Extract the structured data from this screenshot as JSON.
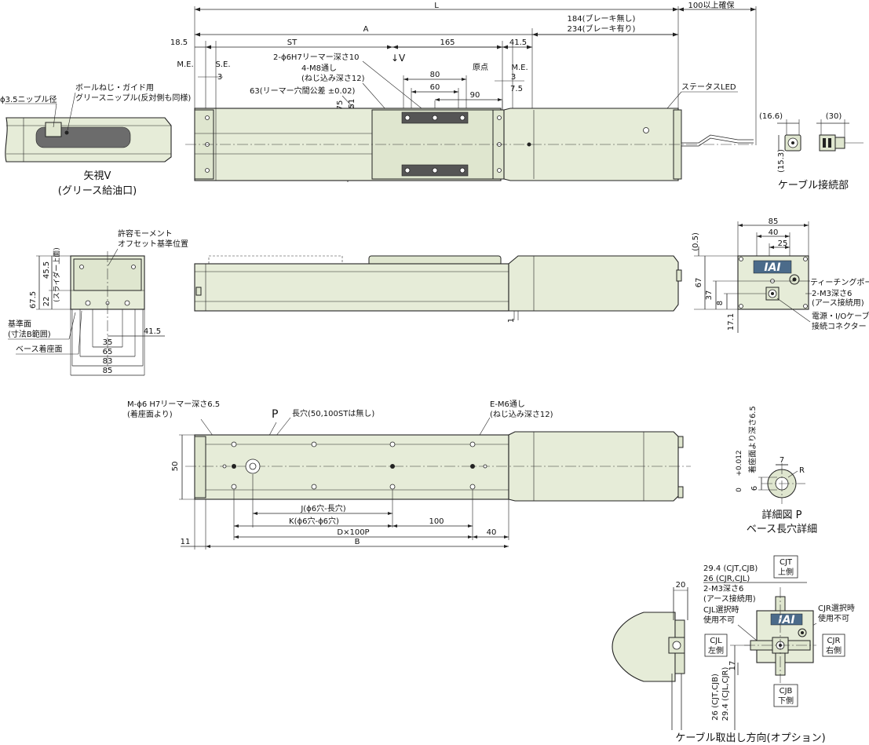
{
  "top_view": {
    "dims": {
      "L": "L",
      "A": "A",
      "clearance": "100以上確保",
      "brake_none": "184(ブレーキ無し)",
      "brake_with": "234(ブレーキ有り)",
      "d18_5": "18.5",
      "st": "ST",
      "d165": "165",
      "d41_5": "41.5",
      "me_left": "M.E.",
      "se": "S.E.",
      "three_left": "3",
      "origin": "原点",
      "me_right": "M.E.",
      "three_right": "3",
      "d80": "80",
      "d60": "60",
      "d90": "90",
      "d7_5": "7.5",
      "d75": "75",
      "d51": "51"
    },
    "notes": {
      "reamer": "2-ϕ6H7リーマー深さ10",
      "m8": "4-M8通し",
      "m8_depth": "(ねじ込み深さ12)",
      "reamer_tol": "63(リーマー穴間公差 ±0.02)",
      "view_v": "↓V",
      "status_led": "ステータスLED"
    }
  },
  "view_v": {
    "nipple": "ϕ3.5ニップル径",
    "ballscrew": "ボールねじ・ガイド用",
    "grease_nipple": "グリースニップル(反対側も同様)",
    "title1": "矢視V",
    "title2": "(グリース給油口)"
  },
  "cable_connection": {
    "d16_6": "(16.6)",
    "d30": "(30)",
    "d15_3": "(15.3)",
    "title": "ケーブル接続部"
  },
  "front_view": {
    "moment": "許容モーメント",
    "moment2": "オフセット基準位置",
    "d67_5": "67.5",
    "d45_5": "45.5",
    "slider_top": "(スライダー上面)",
    "d22": "22",
    "ref_face": "基準面",
    "ref_face2": "(寸法B範囲)",
    "base_face": "ベース着座面",
    "d35": "35",
    "d65": "65",
    "d83": "83",
    "d85": "85",
    "d41_5": "41.5",
    "d1": "1"
  },
  "end_view": {
    "d85": "85",
    "d40": "40",
    "d25": "25",
    "d0_5": "(0.5)",
    "d67": "67",
    "d37": "37",
    "d8": "8",
    "d17_1": "17.1",
    "logo": "IAI",
    "teaching": "ティーチングポート",
    "m3": "2-M3深さ6",
    "earth": "(アース接続用)",
    "power1": "電源・I/Oケーブル",
    "power2": "接続コネクター"
  },
  "bottom_view": {
    "reamer": "M-ϕ6 H7リーマー深さ6.5",
    "reamer2": "(着座面より)",
    "p": "P",
    "slot": "長穴(50,100STは無し)",
    "e_m6": "E-M6通し",
    "e_m6_2": "(ねじ込み深さ12)",
    "d50": "50",
    "j": "J(ϕ6穴-長穴)",
    "k": "K(ϕ6穴-ϕ6穴)",
    "d100": "100",
    "dx": "D×100P",
    "d40": "40",
    "d11": "11",
    "b": "B"
  },
  "detail_p": {
    "depth": "6",
    "tol": "+0.012",
    "tol0": "0",
    "depth_note": "着座面より深さ6.5",
    "d7": "7",
    "r": "R",
    "title1": "詳細図 P",
    "title2": "ベース長穴詳細"
  },
  "cable_option": {
    "d20": "20",
    "d29_4": "29.4 (CJT,CJB)",
    "d26": "26   (CJR,CJL)",
    "cjt": "CJT",
    "cjt_side": "上側",
    "m3": "2-M3深さ6",
    "earth": "(アース接続用)",
    "cjl_note1": "CJL選択時",
    "cjl_note2": "使用不可",
    "cjr_note1": "CJR選択時",
    "cjr_note2": "使用不可",
    "cjl": "CJL",
    "cjl_side": "左側",
    "cjr": "CJR",
    "cjr_side": "右側",
    "cjb": "CJB",
    "cjb_side": "下側",
    "v26": "26 (CJT,CJB)",
    "v29_4": "29.4 (CJL,CJR)",
    "d17": "17",
    "logo": "IAI",
    "title": "ケーブル取出し方向(オプション)"
  }
}
